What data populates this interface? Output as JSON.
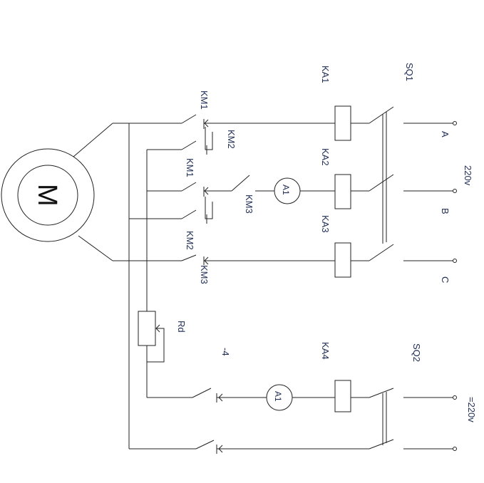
{
  "motor": {
    "label": "M"
  },
  "labels": {
    "km1_top": "KM1",
    "km2_top": "KM2",
    "km1_mid": "KM1",
    "km3_mid": "KM3",
    "km2_low": "KM2",
    "km3_low": "KM3",
    "ka1": "KA1",
    "ka2": "KA2",
    "ka3": "KA3",
    "ka4": "KA4",
    "sq1": "SQ1",
    "sq2": "SQ2",
    "rd": "Rd",
    "minus4": "-4",
    "phase_a": "A",
    "phase_b": "B",
    "phase_c": "C",
    "ac_voltage": "220v",
    "dc_voltage": "=220v"
  },
  "ammeters": {
    "upper": "A1",
    "lower": "A1"
  }
}
